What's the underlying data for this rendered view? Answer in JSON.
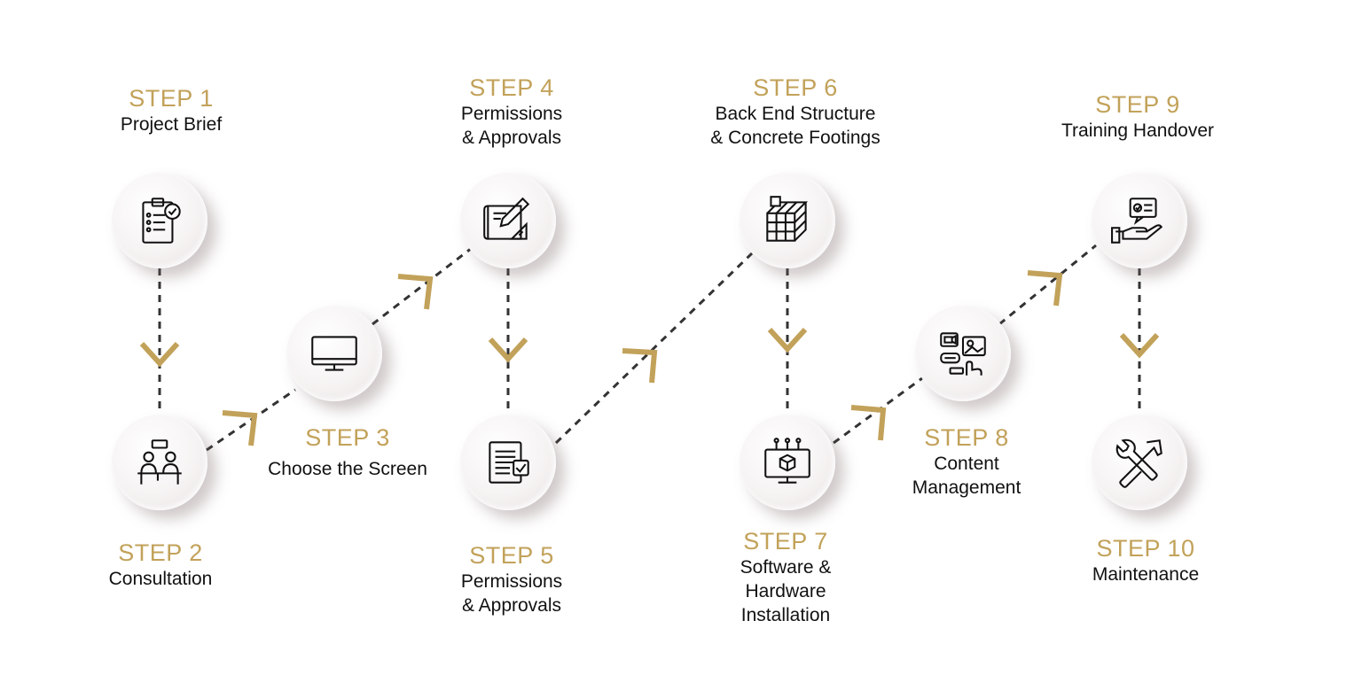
{
  "accent_color": "#c2a25a",
  "text_color": "#111111",
  "line_color": "#333333",
  "steps": [
    {
      "number": "STEP 1",
      "label_lines": [
        "Project Brief"
      ],
      "icon": "clipboard-checklist-icon"
    },
    {
      "number": "STEP 2",
      "label_lines": [
        "Consultation"
      ],
      "icon": "meeting-desk-icon"
    },
    {
      "number": "STEP 3",
      "label_lines": [
        "Choose the Screen"
      ],
      "icon": "monitor-icon"
    },
    {
      "number": "STEP 4",
      "label_lines": [
        "Permissions",
        "& Approvals"
      ],
      "icon": "blueprint-pencil-icon"
    },
    {
      "number": "STEP 5",
      "label_lines": [
        "Permissions",
        "& Approvals"
      ],
      "icon": "document-check-icon"
    },
    {
      "number": "STEP 6",
      "label_lines": [
        "Back End Structure",
        "& Concrete Footings"
      ],
      "icon": "cube-grid-icon"
    },
    {
      "number": "STEP 7",
      "label_lines": [
        "Software &",
        "Hardware",
        "Installation"
      ],
      "icon": "monitor-cube-icon"
    },
    {
      "number": "STEP 8",
      "label_lines": [
        "Content",
        "Management"
      ],
      "icon": "media-content-icon"
    },
    {
      "number": "STEP 9",
      "label_lines": [
        "Training Handover"
      ],
      "icon": "hand-message-icon"
    },
    {
      "number": "STEP 10",
      "label_lines": [
        "Maintenance"
      ],
      "icon": "tools-icon"
    }
  ]
}
